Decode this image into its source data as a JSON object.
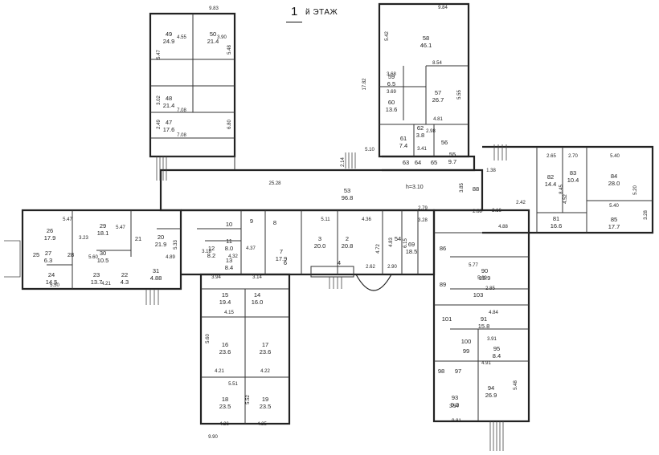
{
  "header": {
    "floor_number": "1",
    "floor_label": "й  ЭТАЖ"
  },
  "corridor": {
    "height_label": "h=3.10"
  },
  "rooms": [
    {
      "id": "49",
      "area": "24.9"
    },
    {
      "id": "50",
      "area": "21.4"
    },
    {
      "id": "48",
      "area": "21.4"
    },
    {
      "id": "47",
      "area": "17.6"
    },
    {
      "id": "58",
      "area": "46.1"
    },
    {
      "id": "59",
      "area": "6.5"
    },
    {
      "id": "60",
      "area": "13.6"
    },
    {
      "id": "57",
      "area": "26.7"
    },
    {
      "id": "62",
      "area": "3.8"
    },
    {
      "id": "61",
      "area": "7.4"
    },
    {
      "id": "55",
      "area": "9.7"
    },
    {
      "id": "63",
      "area": ""
    },
    {
      "id": "64",
      "area": ""
    },
    {
      "id": "65",
      "area": ""
    },
    {
      "id": "56",
      "area": ""
    },
    {
      "id": "53",
      "area": "96.8"
    },
    {
      "id": "26",
      "area": "17.9"
    },
    {
      "id": "29",
      "area": "18.1"
    },
    {
      "id": "27",
      "area": "6.3"
    },
    {
      "id": "28",
      "area": ""
    },
    {
      "id": "25",
      "area": ""
    },
    {
      "id": "24",
      "area": "14.5"
    },
    {
      "id": "30",
      "area": "10.5"
    },
    {
      "id": "23",
      "area": "13.7"
    },
    {
      "id": "22",
      "area": "4.3"
    },
    {
      "id": "21",
      "area": ""
    },
    {
      "id": "20",
      "area": "21.9"
    },
    {
      "id": "31",
      "area": "4.88"
    },
    {
      "id": "12",
      "area": "8.2"
    },
    {
      "id": "11",
      "area": "8.0"
    },
    {
      "id": "13",
      "area": "8.4"
    },
    {
      "id": "10",
      "area": ""
    },
    {
      "id": "9",
      "area": ""
    },
    {
      "id": "8",
      "area": ""
    },
    {
      "id": "7",
      "area": "17.9"
    },
    {
      "id": "6",
      "area": ""
    },
    {
      "id": "3",
      "area": "20.0"
    },
    {
      "id": "2",
      "area": "20.8"
    },
    {
      "id": "4",
      "area": ""
    },
    {
      "id": "54",
      "area": ""
    },
    {
      "id": "69",
      "area": "18.5"
    },
    {
      "id": "86",
      "area": ""
    },
    {
      "id": "88",
      "area": ""
    },
    {
      "id": "15",
      "area": "19.4"
    },
    {
      "id": "14",
      "area": "16.0"
    },
    {
      "id": "16",
      "area": "23.6"
    },
    {
      "id": "17",
      "area": "23.6"
    },
    {
      "id": "18",
      "area": "23.5"
    },
    {
      "id": "19",
      "area": "23.5"
    },
    {
      "id": "82",
      "area": "14.4"
    },
    {
      "id": "83",
      "area": "10.4"
    },
    {
      "id": "84",
      "area": "28.0"
    },
    {
      "id": "81",
      "area": "16.6"
    },
    {
      "id": "85",
      "area": "17.7"
    },
    {
      "id": "90",
      "area": "13.9"
    },
    {
      "id": "89",
      "area": ""
    },
    {
      "id": "103",
      "area": ""
    },
    {
      "id": "101",
      "area": ""
    },
    {
      "id": "91",
      "area": "15.8"
    },
    {
      "id": "100",
      "area": ""
    },
    {
      "id": "99",
      "area": ""
    },
    {
      "id": "95",
      "area": "8.4"
    },
    {
      "id": "98",
      "area": ""
    },
    {
      "id": "97",
      "area": ""
    },
    {
      "id": "93",
      "area": "9.0"
    },
    {
      "id": "94",
      "area": "26.9"
    }
  ],
  "dimensions": [
    "9.83",
    "4.55",
    "3.90",
    "5.47",
    "5.48",
    "3.02",
    "7.08",
    "2.49",
    "6.80",
    "7.08",
    "9.84",
    "5.42",
    "8.54",
    "3.68",
    "3.69",
    "5.55",
    "17.82",
    "4.81",
    "2.98",
    "3.41",
    "5.10",
    "2.14",
    "25.28",
    "5.47",
    "5.47",
    "3.23",
    "5.60",
    "5.50",
    "4.21",
    "4.89",
    "5.33",
    "3.18",
    "4.37",
    "4.32",
    "5.11",
    "4.36",
    "4.83",
    "4.72",
    "6.15",
    "3.28",
    "2.62",
    "2.90",
    "2.79",
    "3.94",
    "3.14",
    "4.15",
    "5.60",
    "4.21",
    "4.22",
    "5.51",
    "5.52",
    "4.26",
    "4.25",
    "9.90",
    "2.65",
    "2.70",
    "5.40",
    "5.20",
    "3.28",
    "5.40",
    "4.52",
    "8.45",
    "1.38",
    "3.85",
    "2.68",
    "2.16",
    "2.42",
    "4.88",
    "5.77",
    "5.69",
    "2.85",
    "4.84",
    "3.91",
    "4.91",
    "5.48",
    "3.54",
    "9.81"
  ]
}
